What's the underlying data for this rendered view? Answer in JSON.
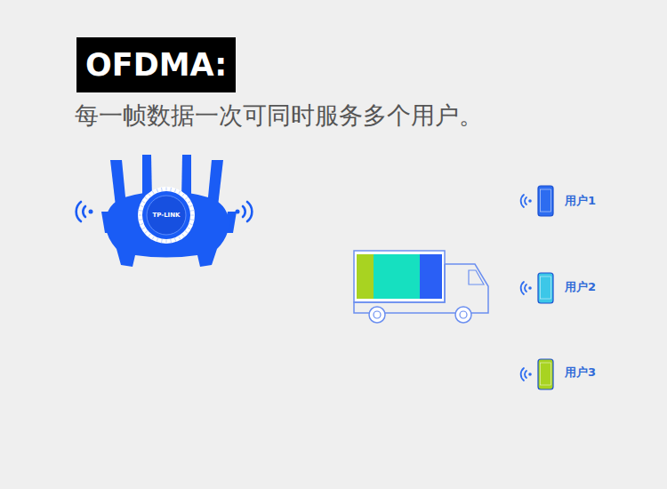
{
  "diagram": {
    "title": "OFDMA:",
    "labels": [
      "每一帧数据一次可同时服务多个用户。",
      "TP-LINK",
      "用户1",
      "用户2",
      "用户3"
    ]
  }
}
